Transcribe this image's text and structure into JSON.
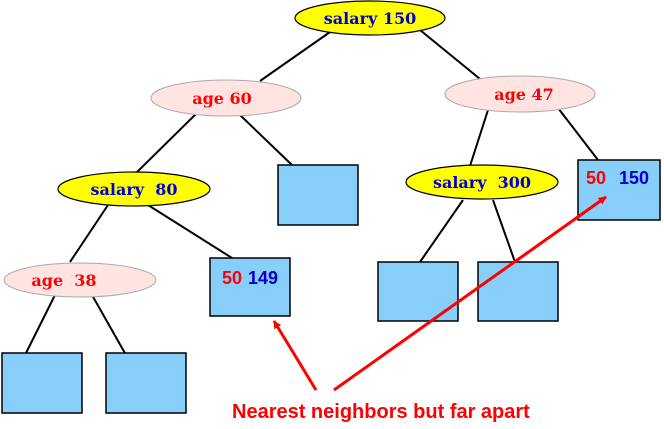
{
  "tree": {
    "root": {
      "label": "salary 150",
      "color": "#ffff00"
    },
    "left": {
      "label": "age 60",
      "color": "#ffe4e1"
    },
    "right": {
      "label": "age 47",
      "color": "#ffe4e1"
    },
    "left_left": {
      "label": "salary  80",
      "color": "#ffff00"
    },
    "right_left": {
      "label": "salary  300",
      "color": "#ffff00"
    },
    "left_left_left": {
      "label": "age  38",
      "color": "#ffe4e1"
    }
  },
  "leaves": {
    "fill": "#87cefa",
    "point_a": {
      "age": "50",
      "salary": "149"
    },
    "point_b": {
      "age": "50",
      "salary": "150"
    }
  },
  "annotation": {
    "text": "Nearest neighbors but far apart",
    "color": "#ff0000"
  },
  "colors": {
    "age_text": "#ff0000",
    "salary_text": "#0000cd",
    "edge": "#000000"
  }
}
